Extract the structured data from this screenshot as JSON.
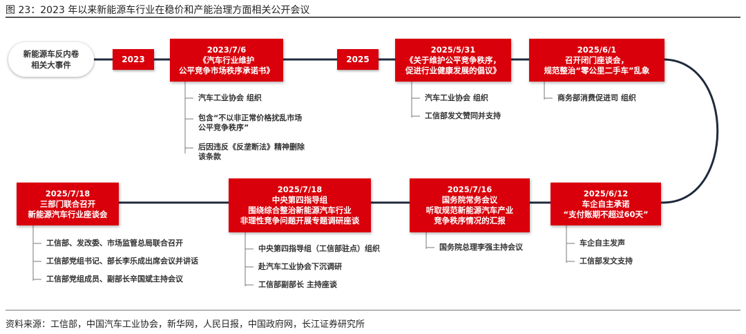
{
  "header": {
    "title": "图 23：2023 年以来新能源车行业在稳价和产能治理方面相关公开会议"
  },
  "footer": {
    "source": "资料来源：工信部，中国汽车工业协会，新华网，人民日报，中国政府网，长江证券研究所"
  },
  "start": {
    "line1": "新能源车反内卷",
    "line2": "相关大事件"
  },
  "years": {
    "y2023": "2023",
    "y2025": "2025"
  },
  "colors": {
    "accent": "#d9000b",
    "line": "#1f2a3c"
  },
  "events": {
    "e1": {
      "l1": "2023/7/6",
      "l2": "《汽车行业维护",
      "l3": "公平竞争市场秩序承诺书》",
      "b1": "汽车工业协会 组织",
      "b2a": "包含“不以非正常价格扰乱市场",
      "b2b": "公平竞争秩序”",
      "b3a": "后因违反《反垄断法》精神删除",
      "b3b": "该条款"
    },
    "e2": {
      "l1": "2025/5/31",
      "l2": "《关于维护公平竞争秩序，",
      "l3": "促进行业健康发展的倡议》",
      "b1": "汽车工业协会 组织",
      "b2": "工信部发文赞同并支持"
    },
    "e3": {
      "l1": "2025/6/1",
      "l2": "召开闭门座谈会，",
      "l3": "规范整治“零公里二手车”乱象",
      "b1": "商务部消费促进司 组织"
    },
    "e4": {
      "l1": "2025/6/12",
      "l2": "车企自主承诺",
      "l3": "“支付账期不超过60天”",
      "b1": "车企自主发声",
      "b2": "工信部发文支持"
    },
    "e5": {
      "l1": "2025/7/16",
      "l2": "国务院常务会议",
      "l3": "听取规范新能源汽车产业",
      "l4": "竞争秩序情况的汇报",
      "b1": "国务院总理李强主持会议"
    },
    "e6": {
      "l1": "2025/7/18",
      "l2": "中央第四指导组",
      "l3": "围绕综合整治新能源汽车行业",
      "l4": "非理性竞争问题开展专题调研座谈",
      "b1": "中央第四指导组（工信部驻点）组织",
      "b2": "赴汽车工业协会下沉调研",
      "b3": "工信部副部长 主持座谈"
    },
    "e7": {
      "l1": "2025/7/18",
      "l2": "三部门联合召开",
      "l3": "新能源汽车行业座谈会",
      "b1": "工信部、发改委、市场监管总局联合召开",
      "b2": "工信部党组书记、部长李乐成出席会议并讲话",
      "b3": "工信部党组成员、副部长辛国斌主持会议"
    }
  }
}
